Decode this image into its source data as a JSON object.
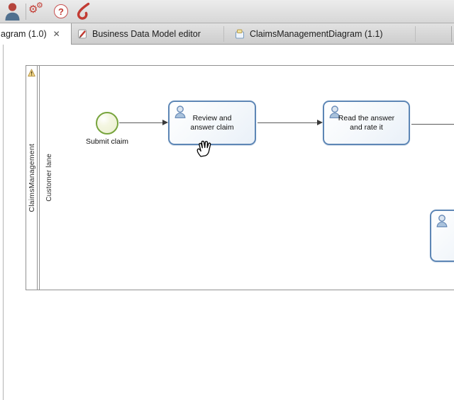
{
  "toolbar": {
    "icons": [
      "profile-icon",
      "gears-icon",
      "help-icon",
      "bonitasoft-logo-icon"
    ]
  },
  "icons": {
    "close_tab": "✕",
    "help": "?",
    "gear": "⚙"
  },
  "tabs": [
    {
      "label": "agram (1.0)",
      "active": true,
      "closable": true
    },
    {
      "label": "Business Data Model editor",
      "active": false
    },
    {
      "label": "ClaimsManagementDiagram (1.1)",
      "active": false
    }
  ],
  "diagram": {
    "pool": {
      "name": "ClaimsManagement",
      "has_warning": true
    },
    "lane": {
      "name": "Customer lane"
    },
    "start_event": {
      "label": "Submit claim"
    },
    "tasks": [
      {
        "type": "human-task",
        "lines": [
          "Review and",
          "answer claim"
        ]
      },
      {
        "type": "human-task",
        "lines": [
          "Read the answer",
          "and rate it"
        ]
      },
      {
        "type": "human-task",
        "lines": [
          "",
          ""
        ]
      }
    ],
    "cursor": "grab-hand"
  },
  "colors": {
    "task_border": "#5d86b5",
    "task_fill": "#f3f7fb",
    "start_event_border": "#77a43d",
    "start_event_fill": "#eef2d2",
    "flow_line": "#5a5a5a",
    "pool_border": "#919191",
    "accent_red": "#c23b33",
    "warning_fill": "#f3d98b"
  }
}
